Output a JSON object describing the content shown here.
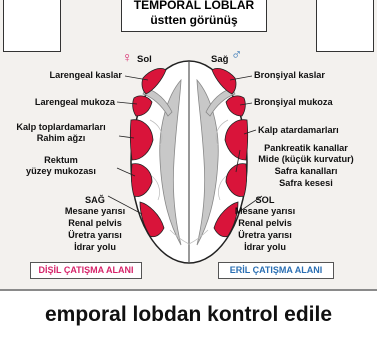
{
  "colors": {
    "red": "#d9143a",
    "pink": "#d6246a",
    "blue": "#2a6fb3",
    "gray_fill": "#cccccc",
    "panel_bg": "#f3f1ee"
  },
  "title": {
    "line1": "TEMPORAL LOBLAR",
    "line2": "üstten görünüş"
  },
  "sides": {
    "left": "Sol",
    "right": "Sağ",
    "female_symbol": "♀",
    "male_symbol": "♂"
  },
  "left_labels": {
    "larengeal_kaslar": "Larengeal kaslar",
    "larengeal_mukoza": "Larengeal mukoza",
    "kalp_toplardamarlari": "Kalp toplardamarları",
    "rahim_agzi": "Rahim ağzı",
    "rektum": "Rektum",
    "yuzey_mukozasi": "yüzey mukozası",
    "sag": "SAĞ",
    "mesane": "Mesane yarısı",
    "renal": "Renal pelvis",
    "uretra": "Üretra yarısı",
    "idrar": "İdrar yolu"
  },
  "right_labels": {
    "bronsiyal_kaslar": "Bronşiyal kaslar",
    "bronsiyal_mukoza": "Bronşiyal mukoza",
    "kalp_atardamarlari": "Kalp atardamarları",
    "pankreatik": "Pankreatik kanallar",
    "mide": "Mide (küçük kurvatur)",
    "safra_kanallari": "Safra kanalları",
    "safra_kesesi": "Safra kesesi",
    "sol": "SOL",
    "mesane": "Mesane yarısı",
    "renal": "Renal pelvis",
    "uretra": "Üretra yarısı",
    "idrar": "İdrar yolu"
  },
  "zones": {
    "female": "DİŞİL ÇATIŞMA ALANI",
    "male": "ERİL ÇATIŞMA ALANI"
  },
  "bottom_heading": "emporal lobdan kontrol edile"
}
